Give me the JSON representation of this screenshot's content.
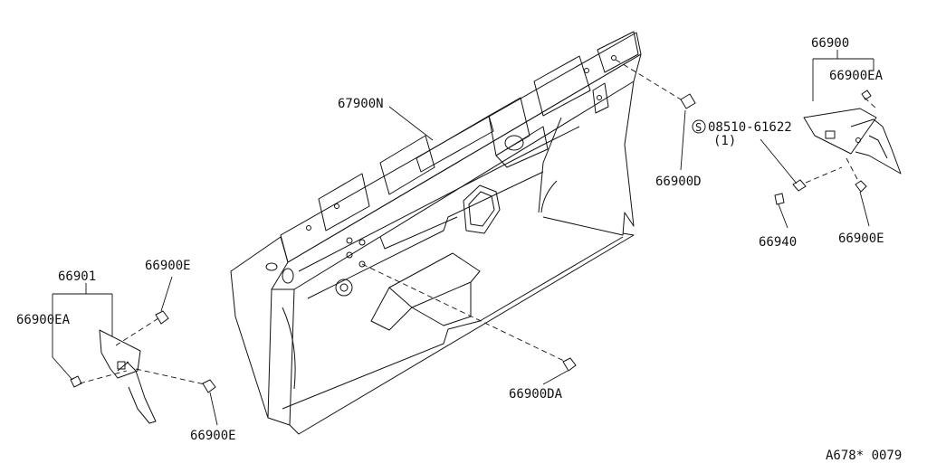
{
  "labels": {
    "dash_insulator": "67900N",
    "clip_d": "66900D",
    "bolt": "08510-61622",
    "bolt_qty": "(1)",
    "bolt_symbol": "S",
    "right_finisher": "66900",
    "right_clip_ea": "66900EA",
    "right_clip_e": "66900E",
    "right_washer": "66940",
    "left_finisher": "66901",
    "left_clip_e_top": "66900E",
    "left_clip_ea": "66900EA",
    "left_clip_e_bottom": "66900E",
    "clip_da": "66900DA",
    "diagram_code": "A678* 0079"
  }
}
